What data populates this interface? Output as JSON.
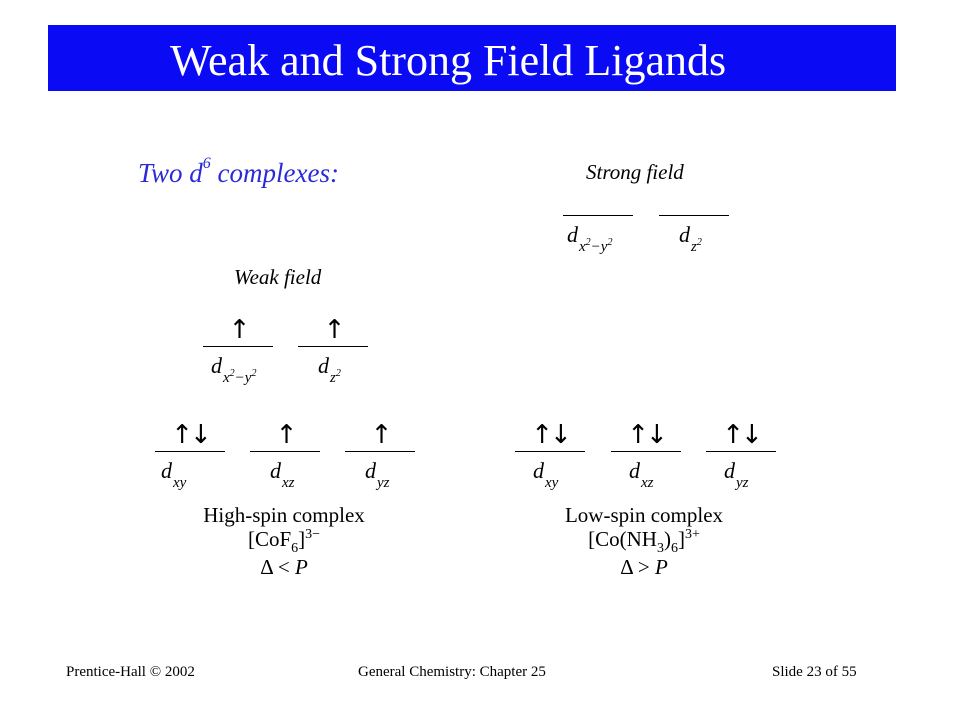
{
  "slide_title": "Weak and Strong Field Ligands",
  "subtitle": {
    "prefix": "Two d",
    "superscript": "6",
    "suffix": " complexes:"
  },
  "labels": {
    "weak_field": "Weak field",
    "strong_field": "Strong field"
  },
  "orbitals": {
    "weak_eg": [
      {
        "base": "d",
        "sub": "x",
        "sub_sup": "2",
        "sub_mid": "−y",
        "sub_sup2": "2",
        "electrons": "↑"
      },
      {
        "base": "d",
        "sub": "z",
        "sub_sup": "2",
        "electrons": "↑"
      }
    ],
    "weak_t2g": [
      {
        "base": "d",
        "sub": "xy",
        "electrons": "↑↓"
      },
      {
        "base": "d",
        "sub": "xz",
        "electrons": "↑"
      },
      {
        "base": "d",
        "sub": "yz",
        "electrons": "↑"
      }
    ],
    "strong_eg": [
      {
        "base": "d",
        "sub": "x",
        "sub_sup": "2",
        "sub_mid": "−y",
        "sub_sup2": "2",
        "electrons": ""
      },
      {
        "base": "d",
        "sub": "z",
        "sub_sup": "2",
        "electrons": ""
      }
    ],
    "strong_t2g": [
      {
        "base": "d",
        "sub": "xy",
        "electrons": "↑↓"
      },
      {
        "base": "d",
        "sub": "xz",
        "electrons": "↑↓"
      },
      {
        "base": "d",
        "sub": "yz",
        "electrons": "↑↓"
      }
    ]
  },
  "high_spin": {
    "name": "High-spin complex",
    "formula": {
      "a": "[CoF",
      "sub": "6",
      "b": "]",
      "charge": "3−"
    },
    "relation": {
      "delta": "Δ",
      "op": "<",
      "p": "P"
    }
  },
  "low_spin": {
    "name": "Low-spin complex",
    "formula": {
      "a": "[Co(NH",
      "sub1": "3",
      "b": ")",
      "sub2": "6",
      "c": "]",
      "charge": "3+"
    },
    "relation": {
      "delta": "Δ",
      "op": ">",
      "p": "P"
    }
  },
  "footer": {
    "left": "Prentice-Hall © 2002",
    "center": "General Chemistry: Chapter 25",
    "right": "Slide 23 of 55"
  },
  "colors": {
    "title_bar": "#0a0af5",
    "title_text": "#ffffff",
    "subtitle": "#2a2ad8"
  }
}
